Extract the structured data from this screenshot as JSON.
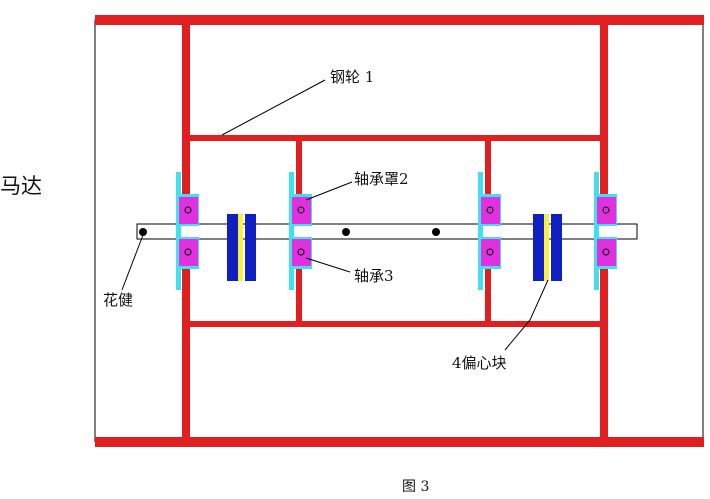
{
  "labels": {
    "steel_wheel": "钢轮 1",
    "bearing_cover": "轴承罩2",
    "bearing": "轴承3",
    "spline": "花健",
    "eccentric_block": "4偏心块",
    "motor": "马达",
    "caption": "图 3"
  },
  "colors": {
    "frame": "#e02020",
    "bearing_housing": "#40e0f0",
    "bearing": "#e030e0",
    "eccentric": "#1020c0",
    "eccentric_core": "#f8f040"
  }
}
